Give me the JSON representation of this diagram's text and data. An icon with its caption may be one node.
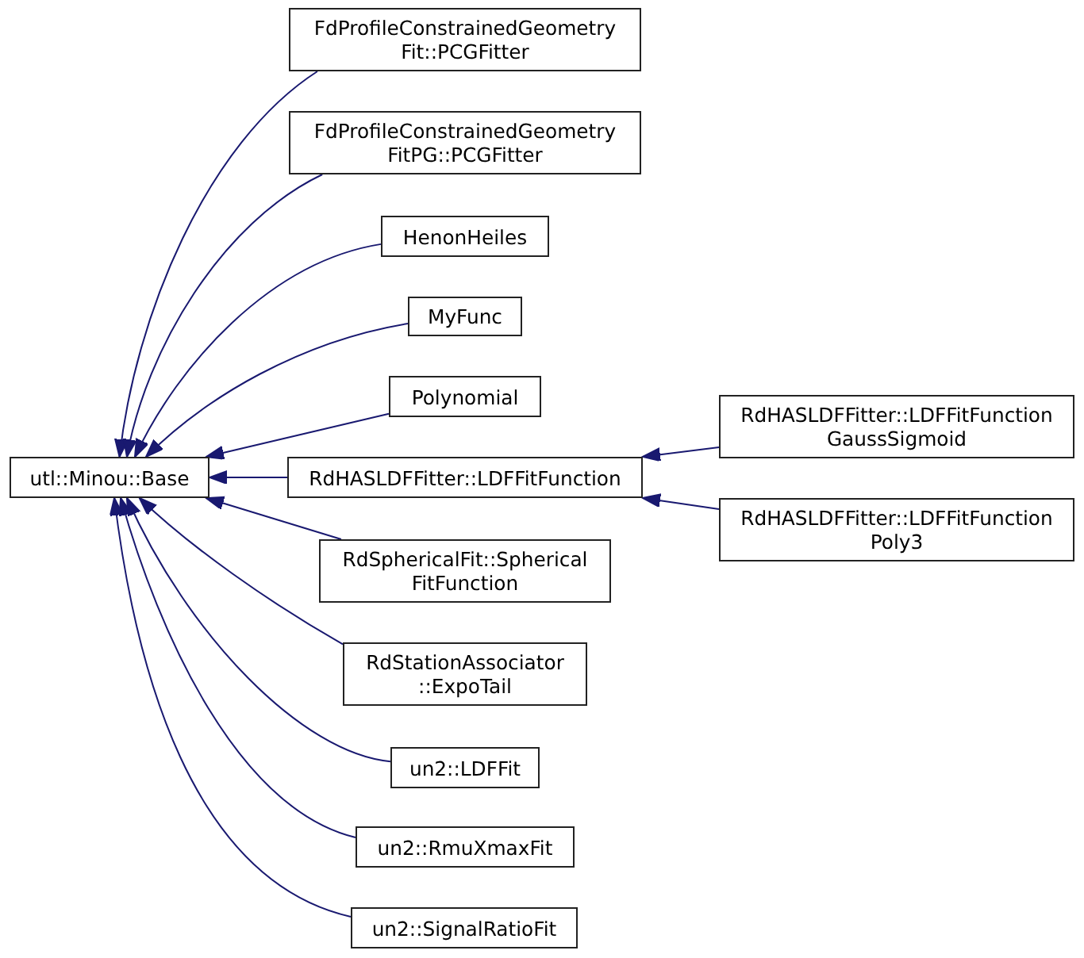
{
  "diagram": {
    "nodes": [
      {
        "text": [
          "utl::Minou::Base"
        ]
      },
      {
        "text": [
          "FdProfileConstrainedGeometry Fit::PCGFitter"
        ]
      },
      {
        "text": [
          "FdProfileConstrainedGeometry FitPG::PCGFitter"
        ]
      },
      {
        "text": [
          "HenonHeiles"
        ]
      },
      {
        "text": [
          "MyFunc"
        ]
      },
      {
        "text": [
          "Polynomial"
        ]
      },
      {
        "text": [
          "RdHASLDFFitter::LDFFitFunction"
        ]
      },
      {
        "text": [
          "RdSphericalFit::Spherical FitFunction"
        ]
      },
      {
        "text": [
          "RdStationAssociator ::ExpoTail"
        ]
      },
      {
        "text": [
          "un2::LDFFit"
        ]
      },
      {
        "text": [
          "un2::RmuXmaxFit"
        ]
      },
      {
        "text": [
          "un2::SignalRatioFit"
        ]
      },
      {
        "text": [
          "RdHASLDFFitter::LDFFitFunction GaussSigmoid"
        ]
      },
      {
        "text": [
          "RdHASLDFFitter::LDFFitFunction Poly3"
        ]
      }
    ],
    "edges": [
      {
        "from": 1,
        "to": 0,
        "arrow": "to"
      },
      {
        "from": 2,
        "to": 0,
        "arrow": "to"
      },
      {
        "from": 3,
        "to": 0,
        "arrow": "to"
      },
      {
        "from": 4,
        "to": 0,
        "arrow": "to"
      },
      {
        "from": 5,
        "to": 0,
        "arrow": "to"
      },
      {
        "from": 6,
        "to": 0,
        "arrow": "to"
      },
      {
        "from": 7,
        "to": 0,
        "arrow": "to"
      },
      {
        "from": 8,
        "to": 0,
        "arrow": "to"
      },
      {
        "from": 9,
        "to": 0,
        "arrow": "to"
      },
      {
        "from": 10,
        "to": 0,
        "arrow": "to"
      },
      {
        "from": 11,
        "to": 0,
        "arrow": "to"
      },
      {
        "from": 12,
        "to": 6,
        "arrow": "to"
      },
      {
        "from": 13,
        "to": 6,
        "arrow": "to"
      }
    ]
  }
}
